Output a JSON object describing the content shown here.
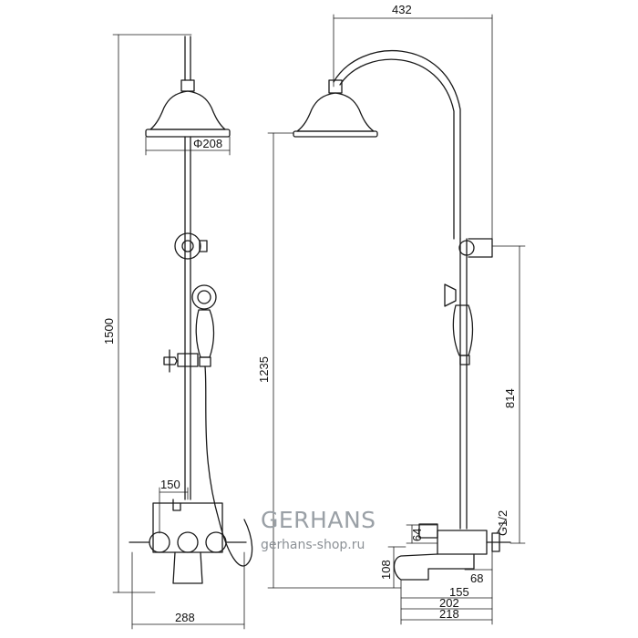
{
  "dimensions": {
    "width_432": "432",
    "height_1500": "1500",
    "height_1235": "1235",
    "diameter_208": "Φ208",
    "height_814": "814",
    "thread_g12": "G1/2",
    "width_150": "150",
    "width_288": "288",
    "height_64": "64",
    "height_108": "108",
    "width_68": "68",
    "width_155": "155",
    "width_202": "202",
    "width_218": "218"
  },
  "watermark": {
    "brand_part1": "GERHA",
    "brand_part2": "NS",
    "url": "gerhans-shop.ru"
  },
  "colors": {
    "line": "#1a1a1a",
    "watermark": "#9aa0a6",
    "accent_drop": "#2e8fd6"
  }
}
